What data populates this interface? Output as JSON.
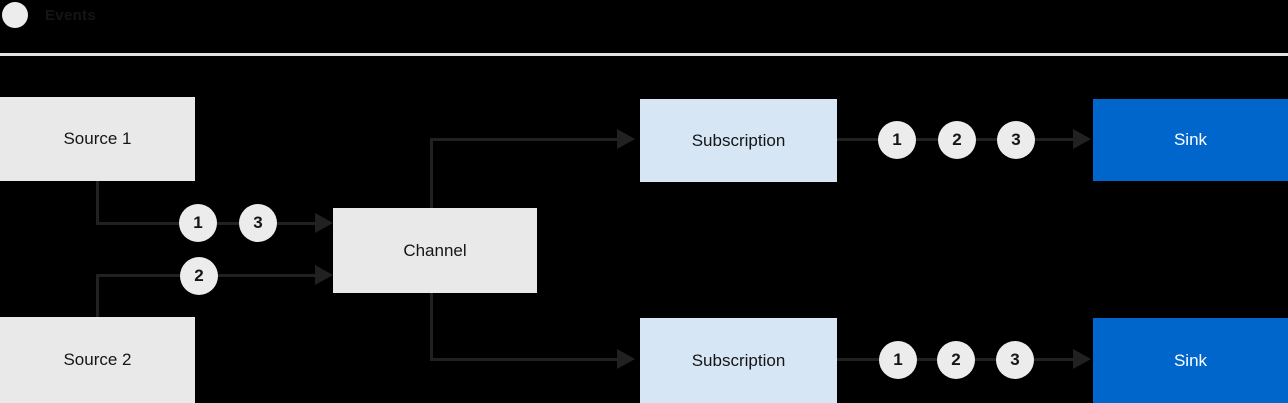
{
  "legend": {
    "label": "Events"
  },
  "nodes": {
    "source1": {
      "label": "Source 1"
    },
    "source2": {
      "label": "Source 2"
    },
    "channel": {
      "label": "Channel"
    },
    "subscription_top": {
      "label": "Subscription"
    },
    "subscription_bottom": {
      "label": "Subscription"
    },
    "sink_top": {
      "label": "Sink"
    },
    "sink_bottom": {
      "label": "Sink"
    }
  },
  "events": {
    "source1_to_channel": [
      "1",
      "3"
    ],
    "source2_to_channel": [
      "2"
    ],
    "subscription_top_to_sink": [
      "1",
      "2",
      "3"
    ],
    "subscription_bottom_to_sink": [
      "1",
      "2",
      "3"
    ]
  },
  "colors": {
    "background": "#000000",
    "line": "#212121",
    "divider": "#E3E3E3",
    "box_gray": "#E9E9E9",
    "box_lightblue": "#D6E6F5",
    "box_blue": "#0066CC",
    "event_circle": "#ECECEC",
    "text_dark": "#151515",
    "text_light": "#FFFFFF"
  }
}
